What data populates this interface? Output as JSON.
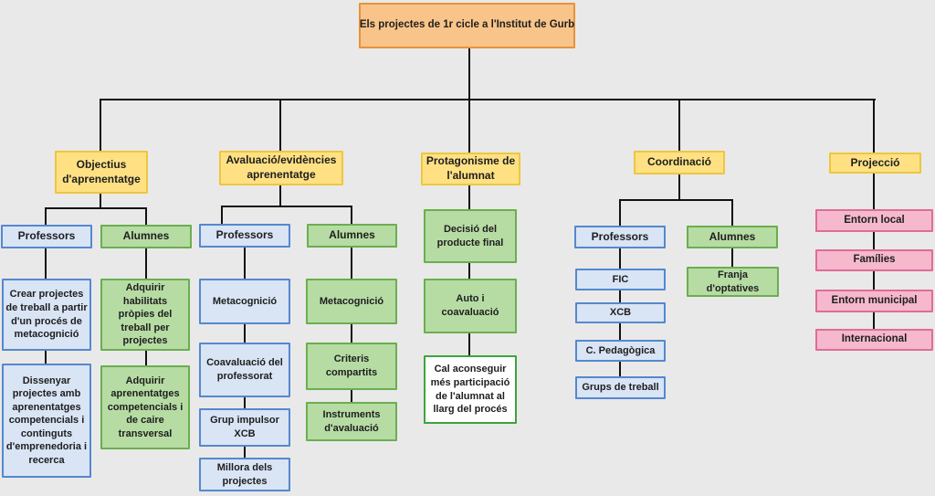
{
  "colors": {
    "bg": "#e9e9e9",
    "line": "#121212",
    "orange_fill": "#f9c489",
    "orange_border": "#e8913d",
    "yellow_fill": "#ffe184",
    "yellow_border": "#eec63f",
    "blue_fill": "#d9e4f5",
    "blue_border": "#5588ce",
    "green_fill": "#b6dca4",
    "green_border": "#6bae4f",
    "pink_fill": "#f5b8cd",
    "pink_border": "#df6c99",
    "note_border": "#3da43d"
  },
  "diagram": {
    "root": "Els projectes de 1r cicle a l'Institut de Gurb",
    "branches": [
      {
        "label": "Objectius d'aprenentatge",
        "groups": [
          {
            "label": "Professors",
            "items": [
              "Crear projectes de treball a partir d'un procés de metacognició",
              "Dissenyar projectes amb aprenentatges competencials i continguts d'emprenedoria i recerca"
            ]
          },
          {
            "label": "Alumnes",
            "items": [
              "Adquirir habilitats pròpies del treball per projectes",
              "Adquirir aprenentatges competencials i de caire transversal"
            ]
          }
        ]
      },
      {
        "label": "Avaluació/evidències aprenentatge",
        "groups": [
          {
            "label": "Professors",
            "items": [
              "Metacognició",
              "Coavaluació del professorat",
              "Grup impulsor XCB",
              "Millora dels projectes"
            ]
          },
          {
            "label": "Alumnes",
            "items": [
              "Metacognició",
              "Criteris compartits",
              "Instruments d'avaluació"
            ]
          }
        ]
      },
      {
        "label": "Protagonisme de l'alumnat",
        "items": [
          "Decisió del producte final",
          "Auto i coavaluació"
        ],
        "note": "Cal aconseguir més participació de l'alumnat al llarg del procés"
      },
      {
        "label": "Coordinació",
        "groups": [
          {
            "label": "Professors",
            "items": [
              "FIC",
              "XCB",
              "C. Pedagògica",
              "Grups de treball"
            ]
          },
          {
            "label": "Alumnes",
            "items": [
              "Franja d'optatives"
            ]
          }
        ]
      },
      {
        "label": "Projecció",
        "items": [
          "Entorn local",
          "Famílies",
          "Entorn municipal",
          "Internacional"
        ]
      }
    ]
  }
}
